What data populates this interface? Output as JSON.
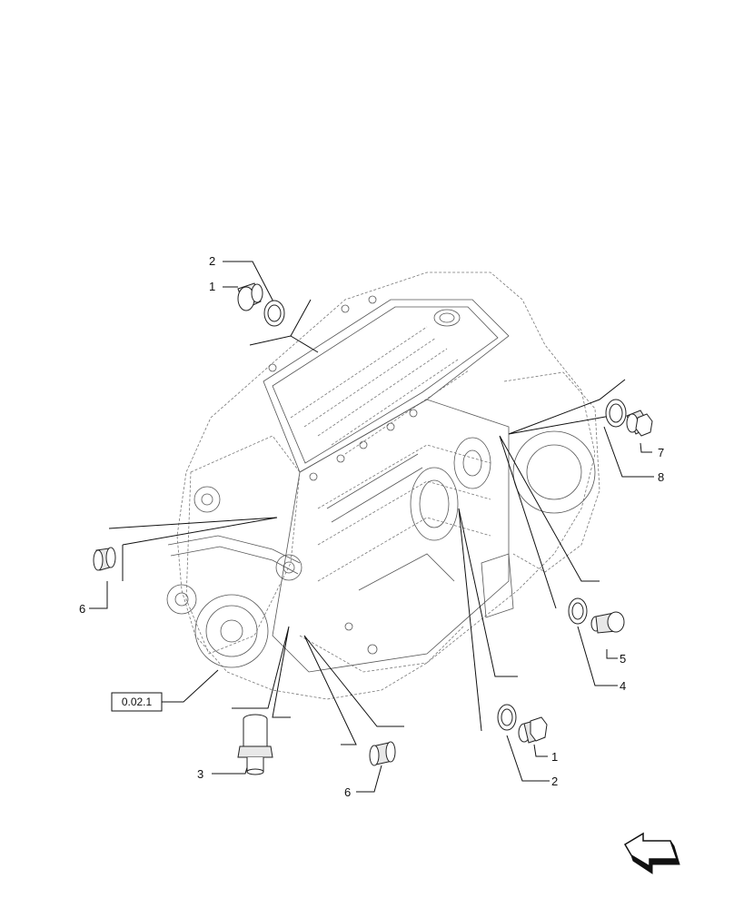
{
  "callouts": {
    "c2_top": "2",
    "c1_top": "1",
    "c7": "7",
    "c8": "8",
    "c6_left": "6",
    "c5": "5",
    "c4": "4",
    "c3": "3",
    "c6_bottom": "6",
    "c1_bottom": "1",
    "c2_bottom": "2"
  },
  "reference_box": {
    "label": "0.02.1"
  },
  "colors": {
    "line": "#111111",
    "engine": "#555555",
    "background": "#ffffff"
  },
  "icons": {
    "navigation": "page-direction-arrow-icon"
  }
}
